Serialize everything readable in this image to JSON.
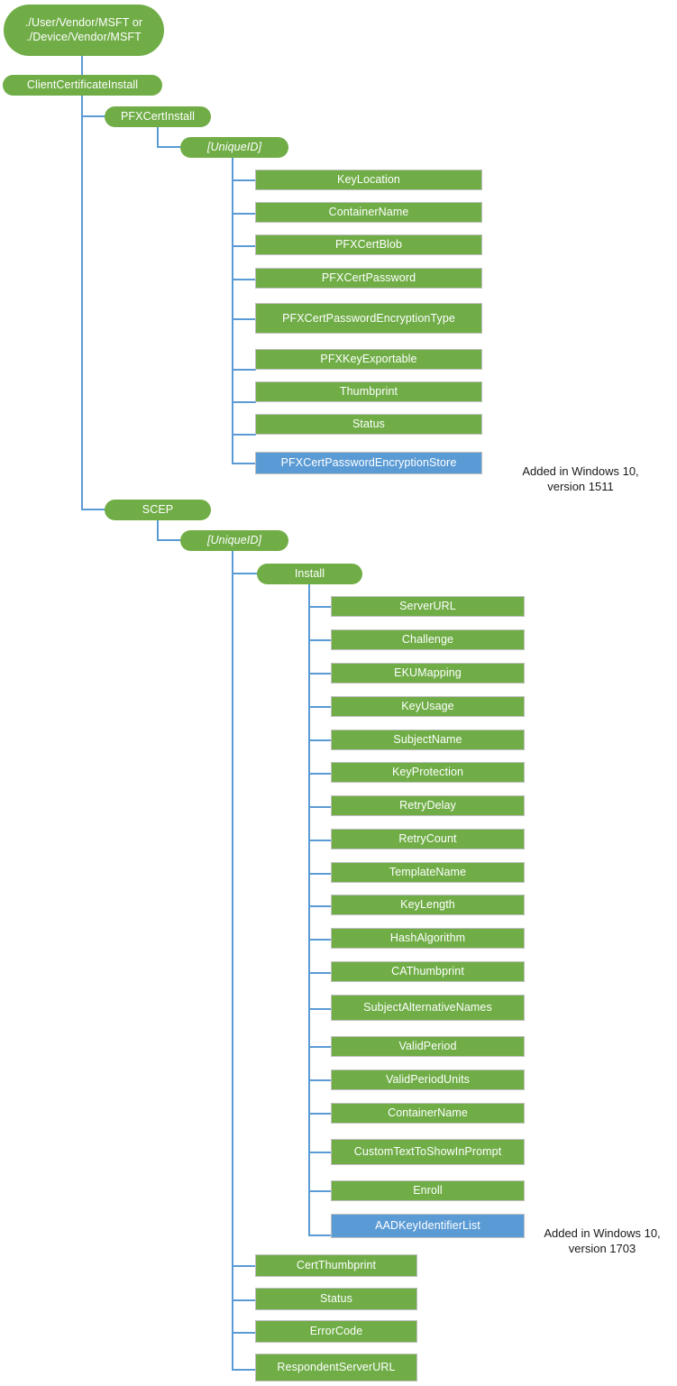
{
  "diagram": {
    "title": "ClientCertificateInstall CSP tree",
    "colors": {
      "node_green": "#70AD47",
      "node_blue": "#5B9BD5",
      "connector": "#5B9BD5",
      "node_border": "#bfbfbf",
      "node_text": "#ffffff",
      "note_text": "#1a1a1a",
      "background": "#ffffff"
    },
    "root": {
      "label": "./User/Vendor/MSFT or\n./Device/Vendor/MSFT"
    },
    "level1": {
      "label": "ClientCertificateInstall"
    },
    "branches": [
      {
        "key": "pfx",
        "label": "PFXCertInstall",
        "unique_id_label": "[UniqueID]",
        "children": [
          {
            "label": "KeyLocation",
            "color": "green"
          },
          {
            "label": "ContainerName",
            "color": "green"
          },
          {
            "label": "PFXCertBlob",
            "color": "green"
          },
          {
            "label": "PFXCertPassword",
            "color": "green"
          },
          {
            "label": "PFXCertPasswordEncryptionType",
            "color": "green"
          },
          {
            "label": "PFXKeyExportable",
            "color": "green"
          },
          {
            "label": "Thumbprint",
            "color": "green"
          },
          {
            "label": "Status",
            "color": "green"
          },
          {
            "label": "PFXCertPasswordEncryptionStore",
            "color": "blue",
            "note": "Added in Windows 10,\nversion 1511"
          }
        ]
      },
      {
        "key": "scep",
        "label": "SCEP",
        "unique_id_label": "[UniqueID]",
        "install_label": "Install",
        "install_children": [
          {
            "label": "ServerURL",
            "color": "green"
          },
          {
            "label": "Challenge",
            "color": "green"
          },
          {
            "label": "EKUMapping",
            "color": "green"
          },
          {
            "label": "KeyUsage",
            "color": "green"
          },
          {
            "label": "SubjectName",
            "color": "green"
          },
          {
            "label": "KeyProtection",
            "color": "green"
          },
          {
            "label": "RetryDelay",
            "color": "green"
          },
          {
            "label": "RetryCount",
            "color": "green"
          },
          {
            "label": "TemplateName",
            "color": "green"
          },
          {
            "label": "KeyLength",
            "color": "green"
          },
          {
            "label": "HashAlgorithm",
            "color": "green"
          },
          {
            "label": "CAThumbprint",
            "color": "green"
          },
          {
            "label": "SubjectAlternativeNames",
            "color": "green"
          },
          {
            "label": "ValidPeriod",
            "color": "green"
          },
          {
            "label": "ValidPeriodUnits",
            "color": "green"
          },
          {
            "label": "ContainerName",
            "color": "green"
          },
          {
            "label": "CustomTextToShowInPrompt",
            "color": "green"
          },
          {
            "label": "Enroll",
            "color": "green"
          },
          {
            "label": "AADKeyIdentifierList",
            "color": "blue",
            "note": "Added in Windows 10,\nversion 1703"
          }
        ],
        "uid_children": [
          {
            "label": "CertThumbprint",
            "color": "green"
          },
          {
            "label": "Status",
            "color": "green"
          },
          {
            "label": "ErrorCode",
            "color": "green"
          },
          {
            "label": "RespondentServerURL",
            "color": "green"
          }
        ]
      }
    ],
    "notes": [
      {
        "key": "note_1511",
        "text": "Added in Windows 10,\nversion 1511"
      },
      {
        "key": "note_1703",
        "text": "Added in Windows 10,\nversion 1703"
      }
    ]
  }
}
